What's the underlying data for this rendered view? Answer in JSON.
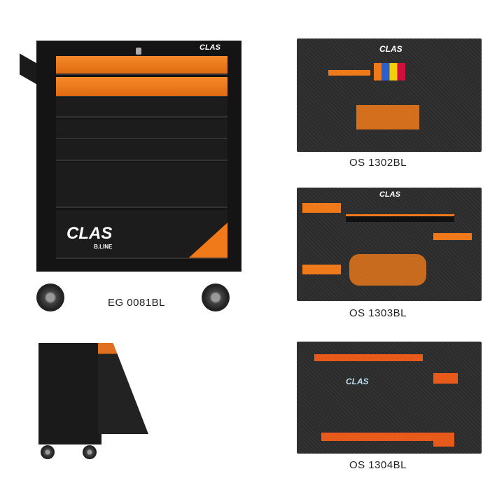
{
  "logo": {
    "brand": "CLAS",
    "line": "B.LINE"
  },
  "products": [
    {
      "code": "EG 0081BL"
    },
    {
      "code": "OS 1302BL"
    },
    {
      "code": "OS 1303BL"
    },
    {
      "code": "OS 1304BL"
    }
  ],
  "colors": {
    "accent": "#f07a1a",
    "body": "#1c1c1c"
  }
}
